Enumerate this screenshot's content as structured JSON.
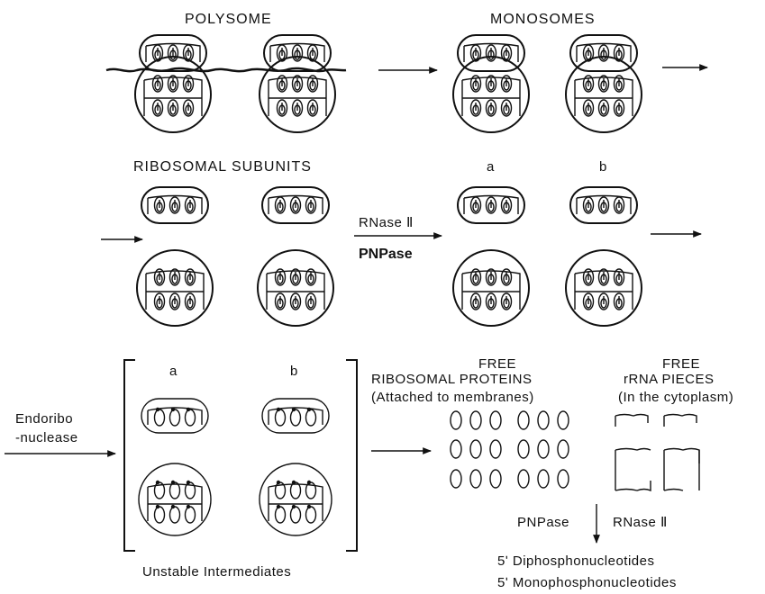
{
  "labels": {
    "polysome": "POLYSOME",
    "monosomes": "MONOSOMES",
    "subunits": "RIBOSOMAL  SUBUNITS",
    "a1": "a",
    "b1": "b",
    "rnase": "RNase Ⅱ",
    "pnpase": "PNPase",
    "endo1": "Endoribo",
    "endo2": "-nuclease",
    "a2": "a",
    "b2": "b",
    "unstable": "Unstable Intermediates",
    "free1": "FREE",
    "proteins": "RIBOSOMAL  PROTEINS",
    "attached": "(Attached to membranes)",
    "free2": "FREE",
    "rrna": "rRNA PIECES",
    "cytoplasm": "(In the cytoplasm)",
    "pnpase2": "PNPase",
    "rnase2": "RNase Ⅱ",
    "diphospho": "5ʹ Diphosphonucleotides",
    "monophospho": "5ʹ Monophosphonucleotides"
  }
}
